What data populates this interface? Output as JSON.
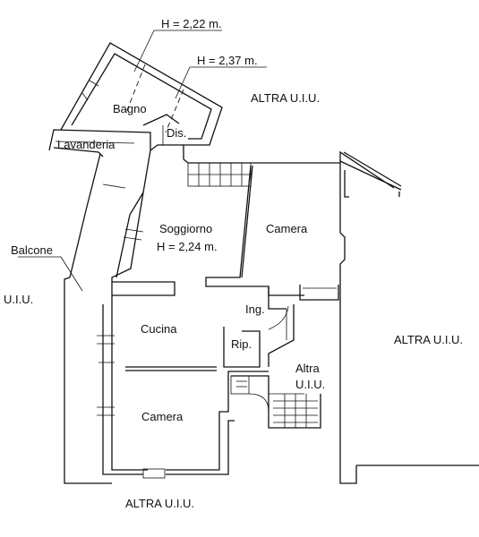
{
  "labels": {
    "h_bagno": "H = 2,22 m.",
    "h_dis": "H = 2,37 m.",
    "altra_top": "ALTRA U.I.U.",
    "bagno": "Bagno",
    "dis": "Dis.",
    "lavanderia": "Lavanderia",
    "soggiorno": "Soggiorno",
    "h_soggiorno": "H = 2,24 m.",
    "camera_right": "Camera",
    "balcone": "Balcone",
    "uiu_left": "U.I.U.",
    "ing": "Ing.",
    "cucina": "Cucina",
    "rip": "Rip.",
    "altra_uiu_mid_1": "Altra",
    "altra_uiu_mid_2": "U.I.U.",
    "altra_right": "ALTRA U.I.U.",
    "camera_bottom": "Camera",
    "altra_bottom": "ALTRA U.I.U."
  }
}
